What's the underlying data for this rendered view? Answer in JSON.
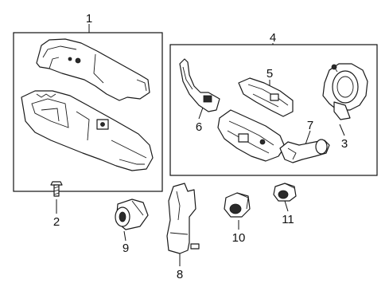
{
  "callouts": [
    {
      "id": "1",
      "text": "1"
    },
    {
      "id": "2",
      "text": "2"
    },
    {
      "id": "3",
      "text": "3"
    },
    {
      "id": "4",
      "text": "4"
    },
    {
      "id": "5",
      "text": "5"
    },
    {
      "id": "6",
      "text": "6"
    },
    {
      "id": "7",
      "text": "7"
    },
    {
      "id": "8",
      "text": "8"
    },
    {
      "id": "9",
      "text": "9"
    },
    {
      "id": "10",
      "text": "10"
    },
    {
      "id": "11",
      "text": "11"
    }
  ],
  "colors": {
    "line": "#1a1a1a",
    "background": "#ffffff",
    "fill_dark": "#2a2a2a"
  }
}
